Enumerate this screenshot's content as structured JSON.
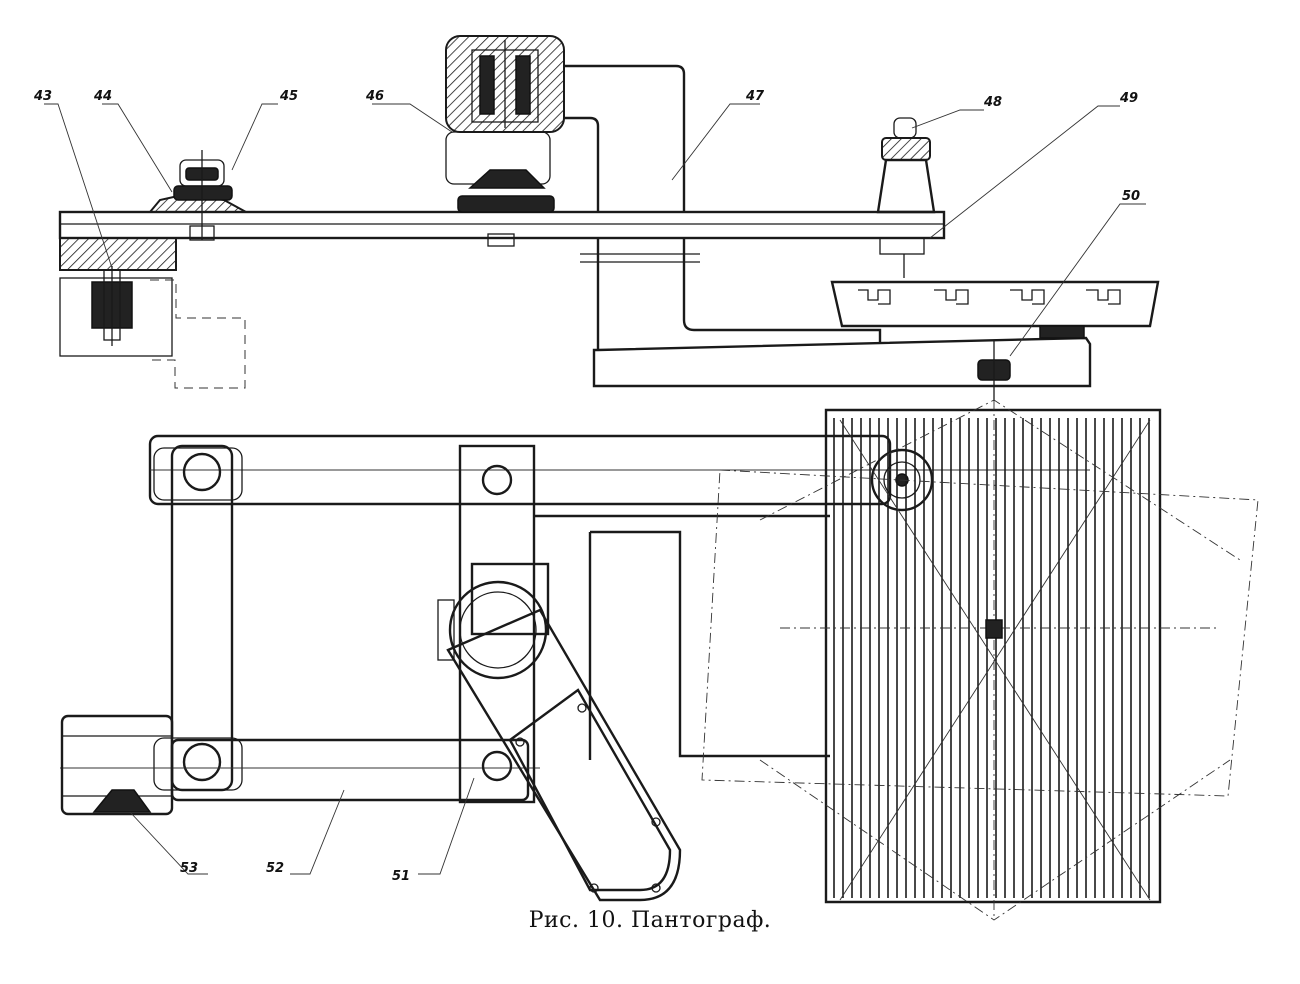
{
  "caption": "Рис. 10. Пантограф.",
  "part_labels": [
    "43",
    "44",
    "45",
    "46",
    "47",
    "48",
    "49",
    "50",
    "51",
    "52",
    "53"
  ]
}
